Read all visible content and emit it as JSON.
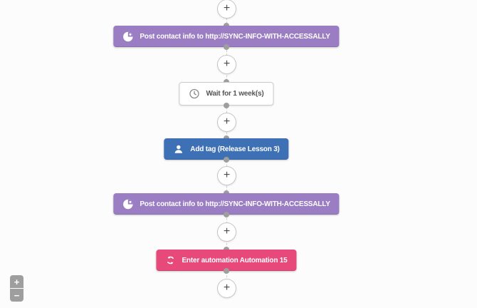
{
  "canvas": {
    "background_color": "#fcfcfc",
    "connector_color": "#cfcfcf",
    "add_step_label": "+"
  },
  "flow": {
    "nodes": [
      {
        "id": "webhook-1",
        "type": "webhook",
        "icon": "globe-icon",
        "label": "Post contact info to http://SYNC-INFO-WITH-ACCESSALLY",
        "color": "#9b7dc4"
      },
      {
        "id": "wait-1",
        "type": "wait",
        "icon": "clock-icon",
        "label": "Wait for 1 week(s)",
        "color": "#ffffff"
      },
      {
        "id": "add-tag-1",
        "type": "add-tag",
        "icon": "person-icon",
        "label": "Add tag (Release Lesson 3)",
        "color": "#3e70b5"
      },
      {
        "id": "webhook-2",
        "type": "webhook",
        "icon": "globe-icon",
        "label": "Post contact info to http://SYNC-INFO-WITH-ACCESSALLY",
        "color": "#9b7dc4"
      },
      {
        "id": "enter-automation-1",
        "type": "enter-automation",
        "icon": "sync-arrows-icon",
        "label": "Enter automation Automation 15",
        "color": "#e8497b"
      }
    ]
  },
  "zoom_controls": {
    "zoom_in": "+",
    "zoom_out": "−"
  }
}
